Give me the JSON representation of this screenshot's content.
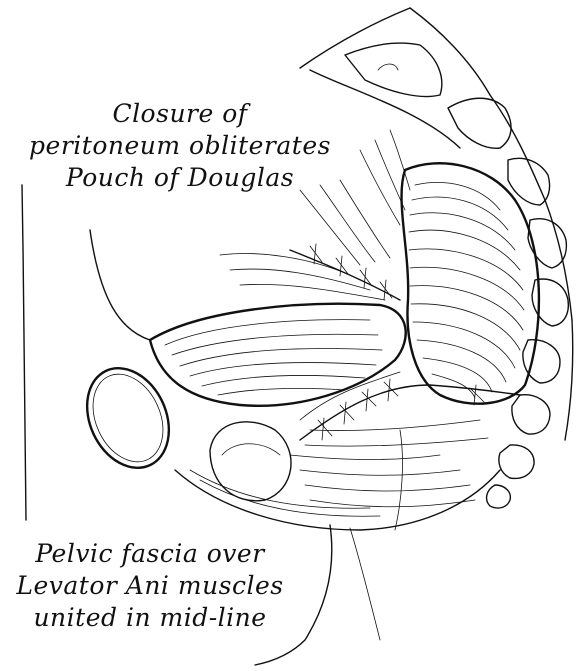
{
  "labels": {
    "top": {
      "lines": [
        "Closure of",
        "peritoneum obliterates",
        "Pouch of Douglas"
      ]
    },
    "bottom": {
      "lines": [
        "Pelvic fascia over",
        "Levator Ani muscles",
        "united in mid-line"
      ]
    }
  },
  "colors": {
    "ink": "#111111",
    "paper": "#ffffff"
  }
}
